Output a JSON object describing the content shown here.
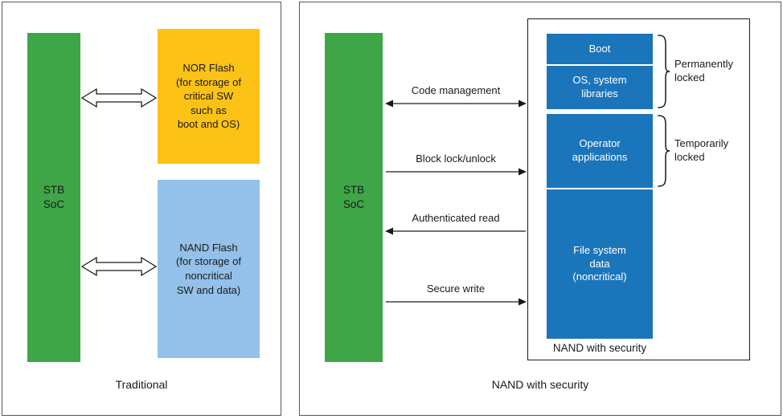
{
  "diagram": {
    "left": {
      "soc_label": "STB\nSoC",
      "nor_flash_label": "NOR Flash\n(for storage of\ncritical SW\nsuch as\nboot and OS)",
      "nand_flash_label": "NAND Flash\n(for storage of\nnoncritical\nSW and data)",
      "caption": "Traditional"
    },
    "right": {
      "soc_label": "STB\nSoC",
      "arrows": [
        {
          "label": "Code management",
          "direction": "both"
        },
        {
          "label": "Block lock/unlock",
          "direction": "right"
        },
        {
          "label": "Authenticated read",
          "direction": "left"
        },
        {
          "label": "Secure write",
          "direction": "right"
        }
      ],
      "nand_box_label": "NAND with security",
      "sections": {
        "boot": "Boot",
        "os": "OS, system\nlibraries",
        "operator": "Operator\napplications",
        "file": "File system\ndata\n(noncritical)"
      },
      "locks": {
        "permanent": "Permanently\nlocked",
        "temporary": "Temporarily\nlocked"
      },
      "caption": "NAND with security"
    },
    "colors": {
      "green": "#3fa648",
      "yellow": "#fcc216",
      "light_blue": "#94c1e9",
      "dark_blue": "#1b75bb"
    }
  }
}
